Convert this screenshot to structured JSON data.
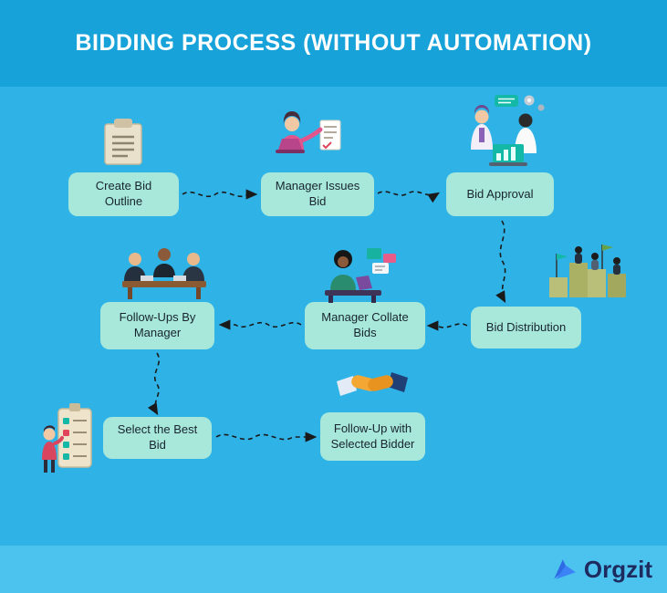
{
  "header": {
    "title": "BIDDING PROCESS (WITHOUT AUTOMATION)"
  },
  "nodes": [
    {
      "id": "create-bid-outline",
      "label": "Create Bid Outline"
    },
    {
      "id": "manager-issues-bid",
      "label": "Manager Issues Bid"
    },
    {
      "id": "bid-approval",
      "label": "Bid Approval"
    },
    {
      "id": "bid-distribution",
      "label": "Bid Distribution"
    },
    {
      "id": "manager-collate-bids",
      "label": "Manager Collate Bids"
    },
    {
      "id": "follow-ups-by-manager",
      "label": "Follow-Ups By Manager"
    },
    {
      "id": "select-the-best-bid",
      "label": "Select the Best Bid"
    },
    {
      "id": "follow-up-with-selected-bidder",
      "label": "Follow-Up with Selected Bidder"
    }
  ],
  "edges": [
    {
      "from": "Create Bid Outline",
      "to": "Manager Issues Bid"
    },
    {
      "from": "Manager Issues Bid",
      "to": "Bid Approval"
    },
    {
      "from": "Bid Approval",
      "to": "Bid Distribution"
    },
    {
      "from": "Bid Distribution",
      "to": "Manager Collate Bids"
    },
    {
      "from": "Manager Collate Bids",
      "to": "Follow-Ups By Manager"
    },
    {
      "from": "Follow-Ups By Manager",
      "to": "Select the Best Bid"
    },
    {
      "from": "Select the Best Bid",
      "to": "Follow-Up with Selected Bidder"
    }
  ],
  "illustrations": {
    "create_bid_outline": "notepad-document",
    "manager_issues_bid": "woman-with-laptop-presenting-document",
    "bid_approval": "two-people-discussing-with-chat-gears-chart",
    "bid_distribution": "people-standing-on-bar-chart-podium-with-flags",
    "manager_collate_bids": "man-at-desk-with-laptop-and-charts",
    "follow_ups_by_manager": "team-meeting-at-table",
    "select_the_best_bid": "person-with-tall-checklist",
    "follow_up_with_selected_bidder": "handshake"
  },
  "footer": {
    "brand": "Orgzit"
  },
  "colors": {
    "background": "#2fb3e7",
    "header_band": "#17a3da",
    "footer_band": "#4cc2ef",
    "node_fill": "#a8e8da",
    "node_text": "#17242f",
    "title_text": "#ffffff",
    "arrow": "#1a1a1a",
    "brand_text": "#1d2b5f",
    "brand_icon": "#2d6ae3"
  }
}
